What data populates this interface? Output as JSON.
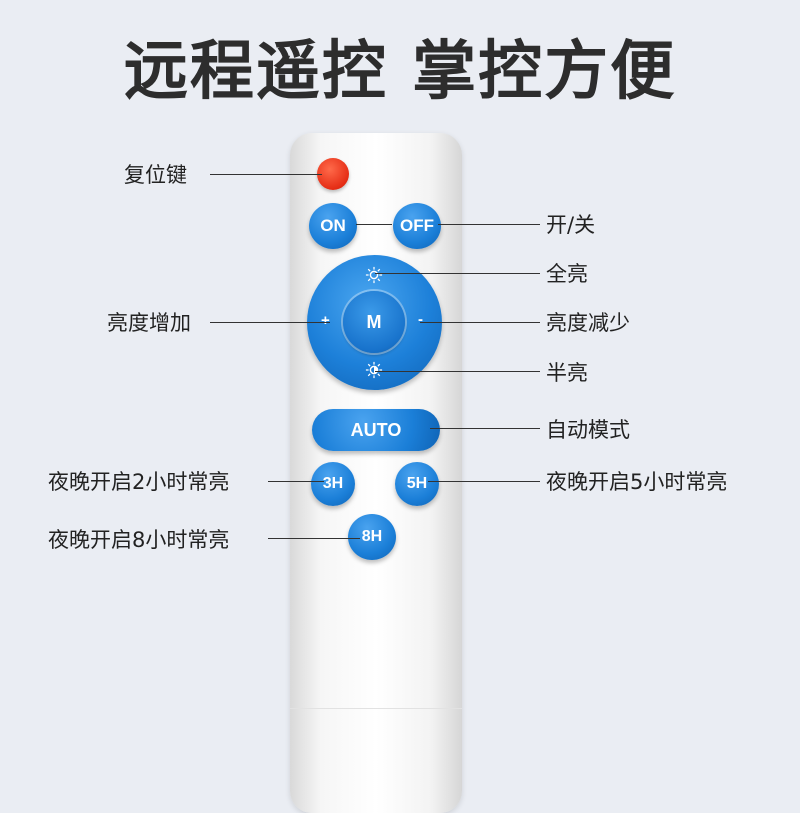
{
  "title": "远程遥控 掌控方便",
  "buttons": {
    "on": "ON",
    "off": "OFF",
    "mode": "M",
    "plus": "+",
    "minus": "-",
    "auto": "AUTO",
    "h3": "3H",
    "h5": "5H",
    "h8": "8H"
  },
  "labels": {
    "reset": "复位键",
    "on_off": "开/关",
    "full_bright": "全亮",
    "bright_up": "亮度增加",
    "bright_down": "亮度减少",
    "half_bright": "半亮",
    "auto_mode": "自动模式",
    "night_2h": "夜晚开启2小时常亮",
    "night_5h": "夜晚开启5小时常亮",
    "night_8h": "夜晚开启8小时常亮"
  },
  "colors": {
    "background": "#eaedf3",
    "button_blue": "#1b7fd8",
    "reset_red": "#e52d15",
    "remote_body": "#ffffff"
  },
  "icons": [
    "sun-full-icon",
    "sun-half-icon"
  ]
}
